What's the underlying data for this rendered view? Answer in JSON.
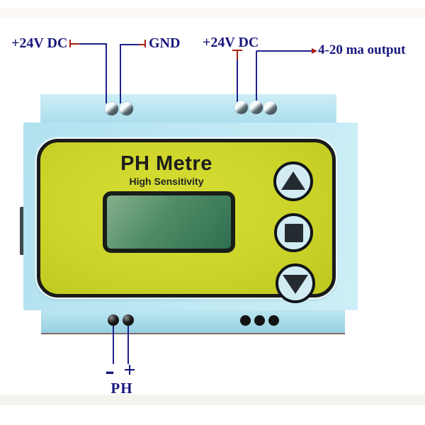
{
  "annotations": {
    "power_left": "+24V DC",
    "ground": "GND",
    "power_right": "+24V DC",
    "current_output": "4-20 ma output",
    "probe_minus": "-",
    "probe_plus": "+",
    "probe": "PH"
  },
  "device": {
    "title": "PH Metre",
    "subtitle": "High Sensitivity",
    "display": {
      "type": "blank green LCD",
      "content": ""
    },
    "buttons": {
      "up": "up-arrow-icon",
      "middle": "stop-square-icon",
      "down": "down-arrow-icon"
    },
    "terminals": {
      "top_left_screws": 2,
      "top_right_screws": 3,
      "bottom_left_posts": 2,
      "bottom_right_posts": 3
    }
  },
  "colors": {
    "body_blue": "#bfe9f4",
    "strip_blue": "#a9dcec",
    "panel_yellow": "#ccd42a",
    "lcd_green": "#4f8c66",
    "wire_navy": "#20208c",
    "marker_red": "#a32015",
    "label_navy": "#18187e",
    "glyph_black": "#232a30",
    "background": "#ffffff"
  }
}
